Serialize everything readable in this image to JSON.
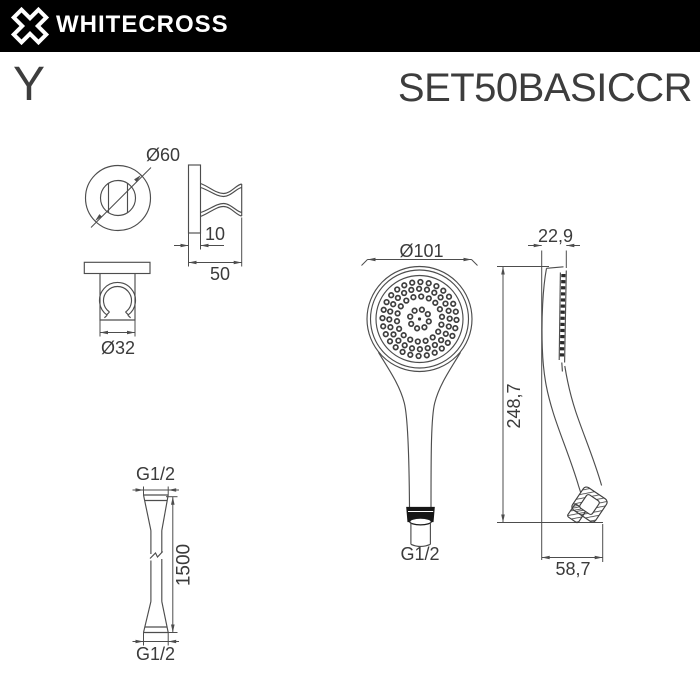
{
  "header": {
    "brand": "WHITECROSS",
    "series": "Y",
    "model": "SET50BASICCR"
  },
  "holder": {
    "front_diameter": "Ø60",
    "plate_thickness": "10",
    "depth": "50",
    "clip_diameter": "Ø32"
  },
  "handshower": {
    "head_diameter": "Ø101",
    "total_height": "248,7",
    "head_thickness": "22,9",
    "outlet_thread": "G1/2",
    "bottom_width": "58,7"
  },
  "hose": {
    "top_thread": "G1/2",
    "length": "1500",
    "bottom_thread": "G1/2"
  },
  "icons": {
    "logo": "whitecross-x-logo"
  },
  "colors": {
    "header_bg": "#000000",
    "line": "#4d4d4d",
    "label_text": "#3b3b3b"
  }
}
